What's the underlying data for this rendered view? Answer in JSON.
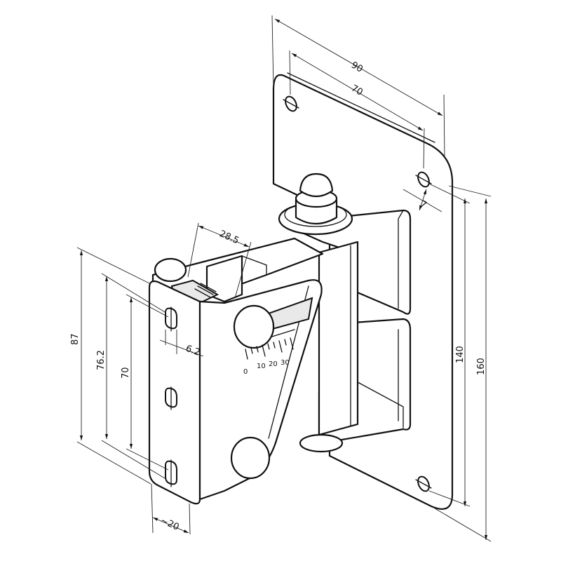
{
  "dimensions": {
    "plate_width": "90",
    "hole_spacing_horizontal": "70",
    "hole_diameter": "7",
    "hole_spacing_vertical_plate": "140",
    "plate_height": "160",
    "arm_width": "28.5",
    "bracket_height": "87",
    "bracket_slot_spacing_outer": "76.2",
    "bracket_slot_spacing_inner": "70",
    "slot_width": "6.2",
    "bracket_depth": "~20"
  },
  "tilt_scale": {
    "labels": [
      "0",
      "10",
      "20",
      "30"
    ]
  }
}
